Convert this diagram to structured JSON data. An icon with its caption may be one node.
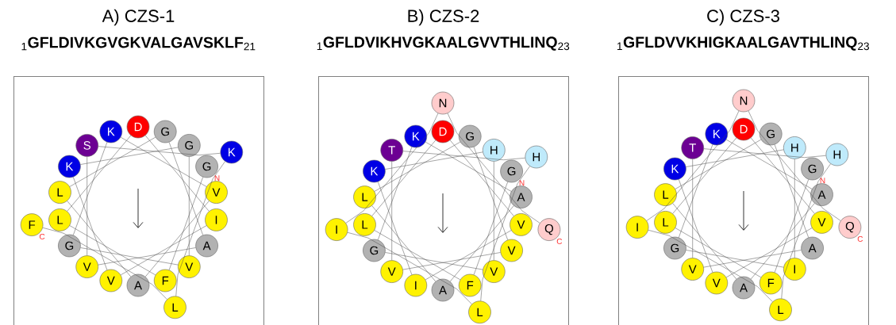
{
  "diagram": {
    "nodes": [
      {
        "text": [
          "A) CZS-1",
          "$_{1}$**GFLDIVKGVGKVALGAVSKLF**$_{21}$"
        ]
      },
      {
        "text": [
          "G"
        ],
        "in": 0,
        "beside": [
          "N"
        ]
      },
      {
        "text": [
          "F"
        ],
        "in": 0
      },
      {
        "text": [
          "L"
        ],
        "in": 0
      },
      {
        "text": [
          "D"
        ],
        "in": 0
      },
      {
        "text": [
          "I"
        ],
        "in": 0
      },
      {
        "text": [
          "V"
        ],
        "in": 0
      },
      {
        "text": [
          "K"
        ],
        "in": 0
      },
      {
        "text": [
          "G"
        ],
        "in": 0
      },
      {
        "text": [
          "V"
        ],
        "in": 0
      },
      {
        "text": [
          "G"
        ],
        "in": 0
      },
      {
        "text": [
          "K"
        ],
        "in": 0
      },
      {
        "text": [
          "V"
        ],
        "in": 0
      },
      {
        "text": [
          "A"
        ],
        "in": 0
      },
      {
        "text": [
          "L"
        ],
        "in": 0
      },
      {
        "text": [
          "G"
        ],
        "in": 0
      },
      {
        "text": [
          "A"
        ],
        "in": 0
      },
      {
        "text": [
          "V"
        ],
        "in": 0
      },
      {
        "text": [
          "S"
        ],
        "in": 0
      },
      {
        "text": [
          "K"
        ],
        "in": 0
      },
      {
        "text": [
          "L"
        ],
        "in": 0
      },
      {
        "text": [
          "F"
        ],
        "in": 0,
        "beside": [
          "C"
        ]
      },
      {
        "text": [
          "B) CZS-2",
          "$_{1}$**GFLDVIKHVGKAALGVVTHLINQ**$_{23}$"
        ]
      },
      {
        "text": [
          "G"
        ],
        "in": 22,
        "beside": [
          "N"
        ]
      },
      {
        "text": [
          "F"
        ],
        "in": 22
      },
      {
        "text": [
          "L"
        ],
        "in": 22
      },
      {
        "text": [
          "D"
        ],
        "in": 22
      },
      {
        "text": [
          "V"
        ],
        "in": 22
      },
      {
        "text": [
          "I"
        ],
        "in": 22
      },
      {
        "text": [
          "K"
        ],
        "in": 22
      },
      {
        "text": [
          "H"
        ],
        "in": 22
      },
      {
        "text": [
          "V"
        ],
        "in": 22
      },
      {
        "text": [
          "G"
        ],
        "in": 22
      },
      {
        "text": [
          "K"
        ],
        "in": 22
      },
      {
        "text": [
          "A"
        ],
        "in": 22
      },
      {
        "text": [
          "A"
        ],
        "in": 22
      },
      {
        "text": [
          "L"
        ],
        "in": 22
      },
      {
        "text": [
          "G"
        ],
        "in": 22
      },
      {
        "text": [
          "V"
        ],
        "in": 22
      },
      {
        "text": [
          "V"
        ],
        "in": 22
      },
      {
        "text": [
          "T"
        ],
        "in": 22
      },
      {
        "text": [
          "H"
        ],
        "in": 22
      },
      {
        "text": [
          "L"
        ],
        "in": 22
      },
      {
        "text": [
          "I"
        ],
        "in": 22
      },
      {
        "text": [
          "N"
        ],
        "in": 22
      },
      {
        "text": [
          "Q"
        ],
        "in": 22,
        "beside": [
          "C"
        ]
      },
      {
        "text": [
          "C) CZS-3",
          "$_{1}$**GFLDVVKHIGKAALGAVTHLINQ**$_{23}$"
        ]
      },
      {
        "text": [
          "G"
        ],
        "in": 46,
        "beside": [
          "N"
        ]
      },
      {
        "text": [
          "F"
        ],
        "in": 46
      },
      {
        "text": [
          "L"
        ],
        "in": 46
      },
      {
        "text": [
          "D"
        ],
        "in": 46
      },
      {
        "text": [
          "V"
        ],
        "in": 46
      },
      {
        "text": [
          "V"
        ],
        "in": 46
      },
      {
        "text": [
          "K"
        ],
        "in": 46
      },
      {
        "text": [
          "H"
        ],
        "in": 46
      },
      {
        "text": [
          "I"
        ],
        "in": 46
      },
      {
        "text": [
          "G"
        ],
        "in": 46
      },
      {
        "text": [
          "K"
        ],
        "in": 46
      },
      {
        "text": [
          "A"
        ],
        "in": 46
      },
      {
        "text": [
          "A"
        ],
        "in": 46
      },
      {
        "text": [
          "L"
        ],
        "in": 46
      },
      {
        "text": [
          "G"
        ],
        "in": 46
      },
      {
        "text": [
          "A"
        ],
        "in": 46
      },
      {
        "text": [
          "V"
        ],
        "in": 46
      },
      {
        "text": [
          "T"
        ],
        "in": 46
      },
      {
        "text": [
          "H"
        ],
        "in": 46
      },
      {
        "text": [
          "L"
        ],
        "in": 46
      },
      {
        "text": [
          "I"
        ],
        "in": 46
      },
      {
        "text": [
          "N"
        ],
        "in": 46
      },
      {
        "text": [
          "Q"
        ],
        "in": 46,
        "beside": [
          "C"
        ]
      }
    ],
    "edges": [
      {
        "from": 1,
        "to": 2,
        "arrow": "none"
      },
      {
        "from": 2,
        "to": 3,
        "arrow": "none"
      },
      {
        "from": 3,
        "to": 4,
        "arrow": "none"
      },
      {
        "from": 4,
        "to": 5,
        "arrow": "none"
      },
      {
        "from": 5,
        "to": 6,
        "arrow": "none"
      },
      {
        "from": 6,
        "to": 7,
        "arrow": "none"
      },
      {
        "from": 7,
        "to": 8,
        "arrow": "none"
      },
      {
        "from": 8,
        "to": 9,
        "arrow": "none"
      },
      {
        "from": 9,
        "to": 10,
        "arrow": "none"
      },
      {
        "from": 10,
        "to": 11,
        "arrow": "none"
      },
      {
        "from": 11,
        "to": 12,
        "arrow": "none"
      },
      {
        "from": 12,
        "to": 13,
        "arrow": "none"
      },
      {
        "from": 13,
        "to": 14,
        "arrow": "none"
      },
      {
        "from": 14,
        "to": 15,
        "arrow": "none"
      },
      {
        "from": 15,
        "to": 16,
        "arrow": "none"
      },
      {
        "from": 16,
        "to": 17,
        "arrow": "none"
      },
      {
        "from": 17,
        "to": 18,
        "arrow": "none"
      },
      {
        "from": 18,
        "to": 19,
        "arrow": "none"
      },
      {
        "from": 19,
        "to": 20,
        "arrow": "none"
      },
      {
        "from": 20,
        "to": 21,
        "arrow": "none"
      },
      {
        "from": 23,
        "to": 24,
        "arrow": "none"
      },
      {
        "from": 24,
        "to": 25,
        "arrow": "none"
      },
      {
        "from": 25,
        "to": 26,
        "arrow": "none"
      },
      {
        "from": 26,
        "to": 27,
        "arrow": "none"
      },
      {
        "from": 27,
        "to": 28,
        "arrow": "none"
      },
      {
        "from": 28,
        "to": 29,
        "arrow": "none"
      },
      {
        "from": 29,
        "to": 30,
        "arrow": "none"
      },
      {
        "from": 30,
        "to": 31,
        "arrow": "none"
      },
      {
        "from": 31,
        "to": 32,
        "arrow": "none"
      },
      {
        "from": 32,
        "to": 33,
        "arrow": "none"
      },
      {
        "from": 33,
        "to": 34,
        "arrow": "none"
      },
      {
        "from": 34,
        "to": 35,
        "arrow": "none"
      },
      {
        "from": 35,
        "to": 36,
        "arrow": "none"
      },
      {
        "from": 36,
        "to": 37,
        "arrow": "none"
      },
      {
        "from": 37,
        "to": 38,
        "arrow": "none"
      },
      {
        "from": 38,
        "to": 39,
        "arrow": "none"
      },
      {
        "from": 39,
        "to": 40,
        "arrow": "none"
      },
      {
        "from": 40,
        "to": 41,
        "arrow": "none"
      },
      {
        "from": 41,
        "to": 42,
        "arrow": "none"
      },
      {
        "from": 42,
        "to": 43,
        "arrow": "none"
      },
      {
        "from": 43,
        "to": 44,
        "arrow": "none"
      },
      {
        "from": 44,
        "to": 45,
        "arrow": "none"
      },
      {
        "from": 47,
        "to": 48,
        "arrow": "none"
      },
      {
        "from": 48,
        "to": 49,
        "arrow": "none"
      },
      {
        "from": 49,
        "to": 50,
        "arrow": "none"
      },
      {
        "from": 50,
        "to": 51,
        "arrow": "none"
      },
      {
        "from": 51,
        "to": 52,
        "arrow": "none"
      },
      {
        "from": 52,
        "to": 53,
        "arrow": "none"
      },
      {
        "from": 53,
        "to": 54,
        "arrow": "none"
      },
      {
        "from": 54,
        "to": 55,
        "arrow": "none"
      },
      {
        "from": 55,
        "to": 56,
        "arrow": "none"
      },
      {
        "from": 56,
        "to": 57,
        "arrow": "none"
      },
      {
        "from": 57,
        "to": 58,
        "arrow": "none"
      },
      {
        "from": 58,
        "to": 59,
        "arrow": "none"
      },
      {
        "from": 59,
        "to": 60,
        "arrow": "none"
      },
      {
        "from": 60,
        "to": 61,
        "arrow": "none"
      },
      {
        "from": 61,
        "to": 62,
        "arrow": "none"
      },
      {
        "from": 62,
        "to": 63,
        "arrow": "none"
      },
      {
        "from": 63,
        "to": 64,
        "arrow": "none"
      },
      {
        "from": 64,
        "to": 65,
        "arrow": "none"
      },
      {
        "from": 65,
        "to": 66,
        "arrow": "none"
      },
      {
        "from": 66,
        "to": 67,
        "arrow": "none"
      },
      {
        "from": 67,
        "to": 68,
        "arrow": "none"
      },
      {
        "from": 68,
        "to": 69,
        "arrow": "none"
      }
    ]
  }
}
